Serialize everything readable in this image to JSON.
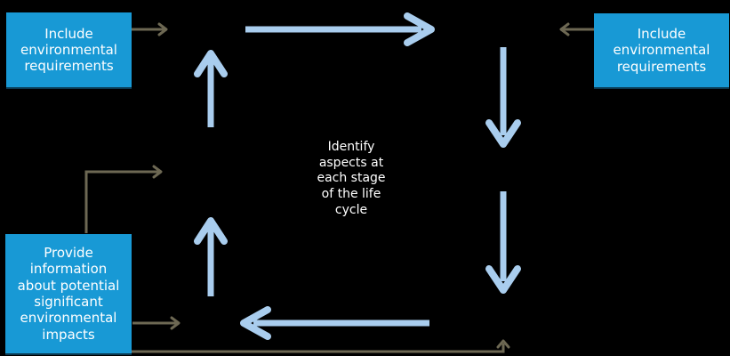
{
  "colors": {
    "background": "#000000",
    "box_fill": "#1899d5",
    "box_text": "#ffffff",
    "box_edge": "#0b3950",
    "cycle_arrow": "#a9cdee",
    "connector_arrow": "#6d6853"
  },
  "boxes": {
    "top_left": {
      "text": "Include environmental requirements"
    },
    "top_right": {
      "text": "Include environmental requirements"
    },
    "bottom_left": {
      "text": "Provide information about potential significant environmental impacts"
    }
  },
  "center_label": {
    "text": "Identify\naspects at\neach stage\nof the life\ncycle"
  },
  "arrows": {
    "cycle": [
      {
        "name": "left-side-upper",
        "direction": "up"
      },
      {
        "name": "left-side-lower",
        "direction": "up"
      },
      {
        "name": "top-side",
        "direction": "right"
      },
      {
        "name": "right-side-upper",
        "direction": "down"
      },
      {
        "name": "right-side-lower",
        "direction": "down"
      },
      {
        "name": "bottom-side",
        "direction": "left"
      }
    ],
    "connectors": [
      {
        "from": "top-left-box",
        "to": "cycle-top-left",
        "direction": "right"
      },
      {
        "from": "top-right-box",
        "to": "cycle-top-right",
        "direction": "left"
      },
      {
        "from": "bottom-left-box-top",
        "to": "cycle-left-side",
        "direction": "up-then-right"
      },
      {
        "from": "bottom-left-box-right",
        "to": "cycle-bottom-left",
        "direction": "right"
      },
      {
        "from": "bottom-left-box-bottom",
        "to": "cycle-bottom-right",
        "direction": "right-then-up"
      }
    ]
  }
}
